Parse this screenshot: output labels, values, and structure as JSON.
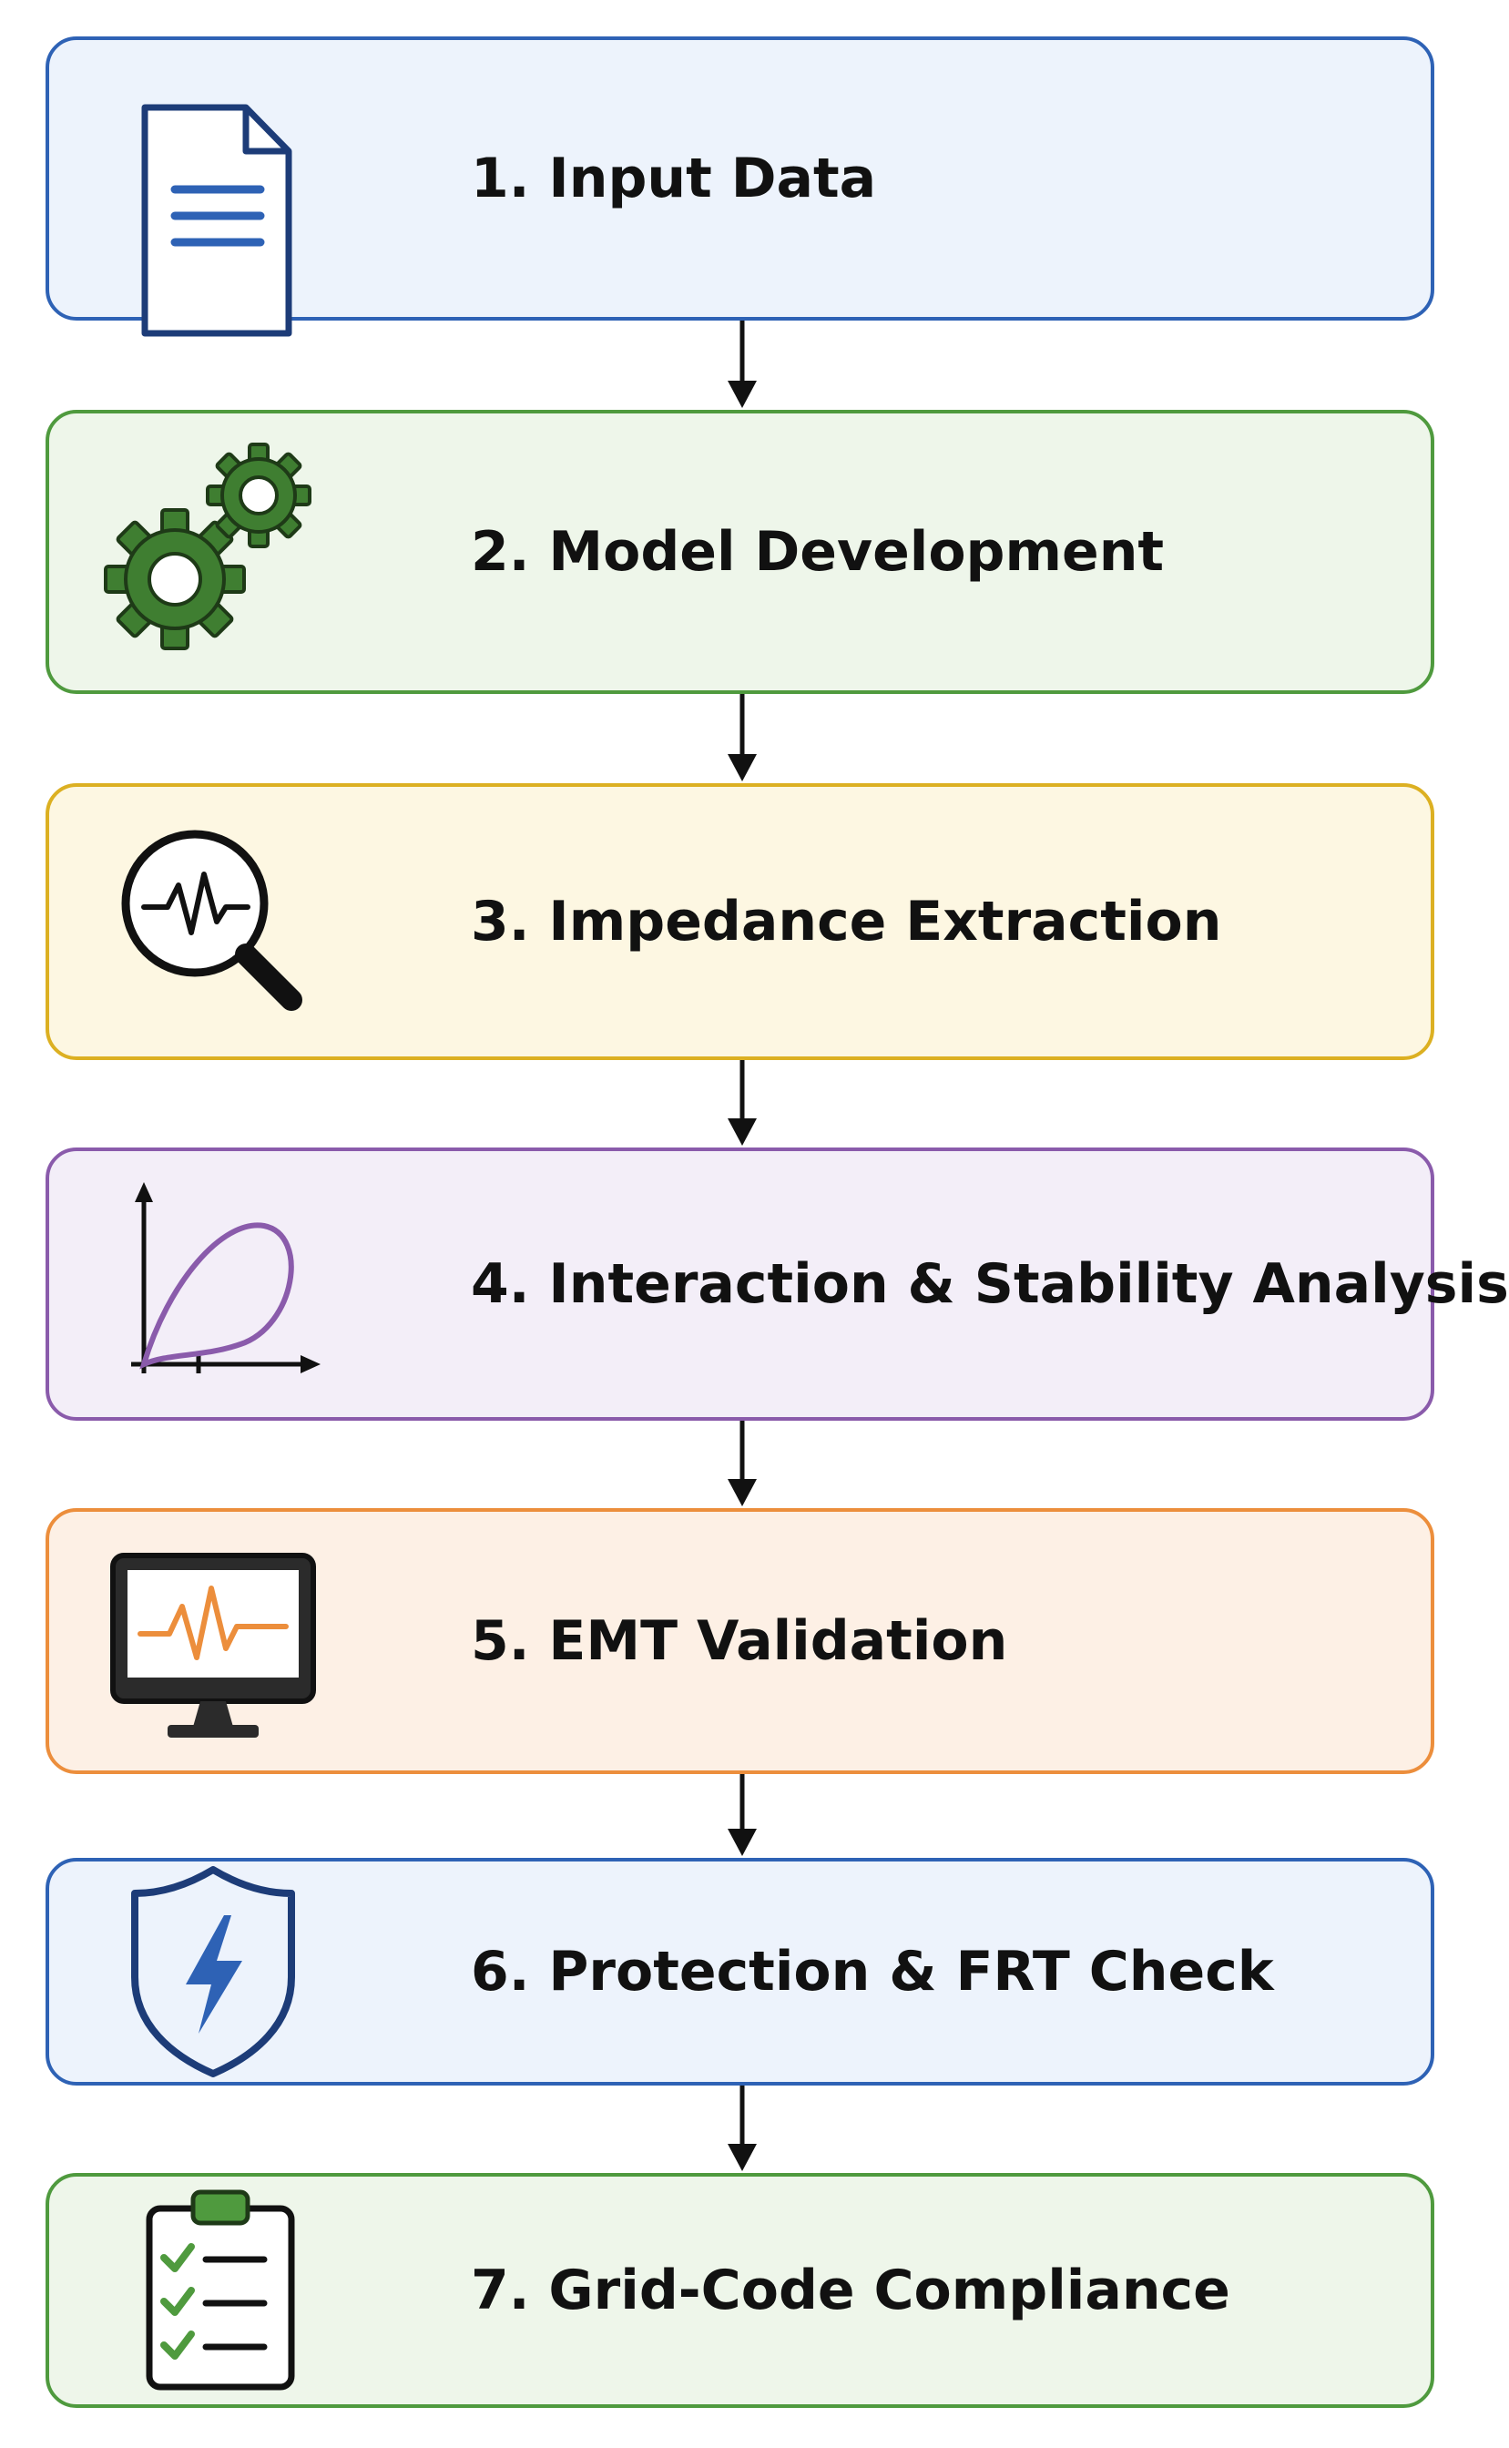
{
  "steps": [
    {
      "label": "1. Input Data",
      "icon": "document-icon",
      "border": "#2e62b5",
      "fill": "#edf3fc"
    },
    {
      "label": "2. Model Development",
      "icon": "gears-icon",
      "border": "#4f9a3e",
      "fill": "#eef6ea"
    },
    {
      "label": "3. Impedance Extraction",
      "icon": "magnifier-waveform-icon",
      "border": "#dcb022",
      "fill": "#fdf7e2"
    },
    {
      "label": "4. Interaction & Stability Analysis",
      "icon": "stability-plot-icon",
      "border": "#8a5bab",
      "fill": "#f3eef8"
    },
    {
      "label": "5. EMT Validation",
      "icon": "monitor-waveform-icon",
      "border": "#ec8e3c",
      "fill": "#fdf0e5"
    },
    {
      "label": "6. Protection & FRT Check",
      "icon": "shield-lightning-icon",
      "border": "#2e62b5",
      "fill": "#edf3fc"
    },
    {
      "label": "7. Grid-Code Compliance",
      "icon": "clipboard-checklist-icon",
      "border": "#4f9a3e",
      "fill": "#eef6ea"
    }
  ]
}
